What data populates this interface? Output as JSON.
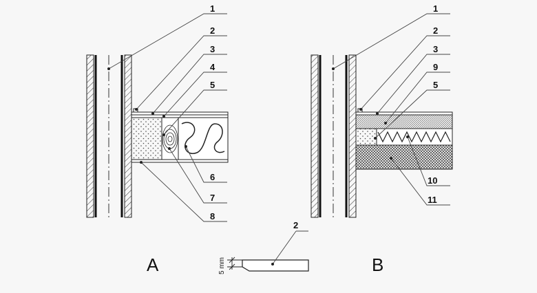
{
  "figure": {
    "label_a": "A",
    "label_b": "B",
    "dimension_text": "5 mm",
    "callouts_a": [
      "1",
      "2",
      "3",
      "4",
      "5",
      "6",
      "7",
      "8"
    ],
    "callouts_b": [
      "1",
      "2",
      "3",
      "9",
      "5",
      "10",
      "11"
    ],
    "detail_callout": "2"
  },
  "colors": {
    "background": "#f7f7f7",
    "line": "#222222",
    "leader": "#444444"
  }
}
